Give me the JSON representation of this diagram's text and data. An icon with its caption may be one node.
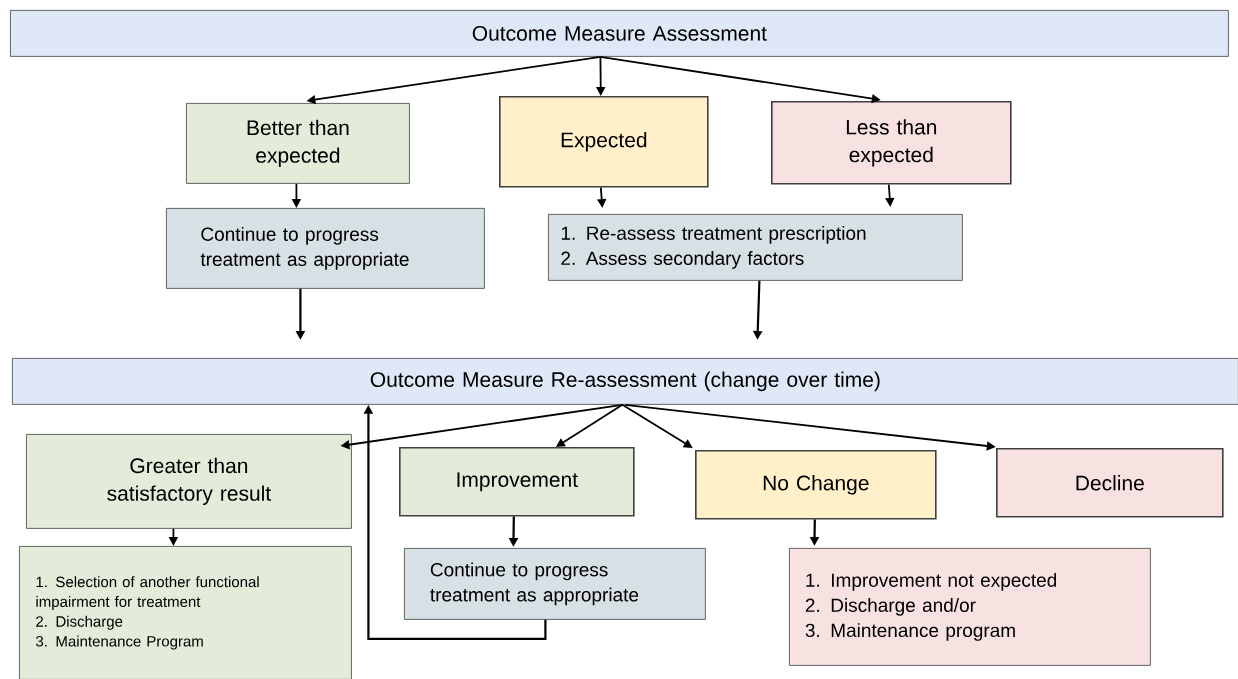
{
  "diagram": {
    "nodes": [
      {
        "text": [
          "Outcome Measure Assessment"
        ]
      },
      {
        "text": [
          "Better than expected"
        ]
      },
      {
        "text": [
          "Expected"
        ]
      },
      {
        "text": [
          "Less than expected"
        ]
      },
      {
        "text": [
          "Continue to progress treatment as appropriate"
        ]
      },
      {
        "text": [
          "1. Re-assess treatment prescription",
          "2. Assess secondary factors"
        ]
      },
      {
        "text": [
          "Outcome Measure Re-assessment (change over time)"
        ]
      },
      {
        "text": [
          "Greater than satisfactory result"
        ]
      },
      {
        "text": [
          "Improvement"
        ]
      },
      {
        "text": [
          "No Change"
        ]
      },
      {
        "text": [
          "Decline"
        ]
      },
      {
        "text": [
          "1. Selection of another functional impairment for treatment",
          "2. Discharge",
          "3. Maintenance Program"
        ]
      },
      {
        "text": [
          "Continue to progress treatment as appropriate"
        ]
      },
      {
        "text": [
          "1. Improvement not expected",
          "2. Discharge and/or",
          "3. Maintenance program"
        ]
      }
    ],
    "edges": [
      {
        "from": 0,
        "to": 1,
        "arrow": "to"
      },
      {
        "from": 0,
        "to": 2,
        "arrow": "to"
      },
      {
        "from": 0,
        "to": 3,
        "arrow": "to"
      },
      {
        "from": 1,
        "to": 4,
        "arrow": "to"
      },
      {
        "from": 2,
        "to": 5,
        "arrow": "to"
      },
      {
        "from": 3,
        "to": 5,
        "arrow": "to"
      },
      {
        "from": 4,
        "to": 6,
        "arrow": "to"
      },
      {
        "from": 5,
        "to": 6,
        "arrow": "to"
      },
      {
        "from": 6,
        "to": 7,
        "arrow": "to"
      },
      {
        "from": 6,
        "to": 8,
        "arrow": "to"
      },
      {
        "from": 6,
        "to": 9,
        "arrow": "to"
      },
      {
        "from": 6,
        "to": 10,
        "arrow": "to"
      },
      {
        "from": 7,
        "to": 11,
        "arrow": "to"
      },
      {
        "from": 8,
        "to": 12,
        "arrow": "to"
      },
      {
        "from": 9,
        "to": 13,
        "arrow": "to"
      },
      {
        "from": 12,
        "to": 6,
        "arrow": "to"
      }
    ]
  }
}
